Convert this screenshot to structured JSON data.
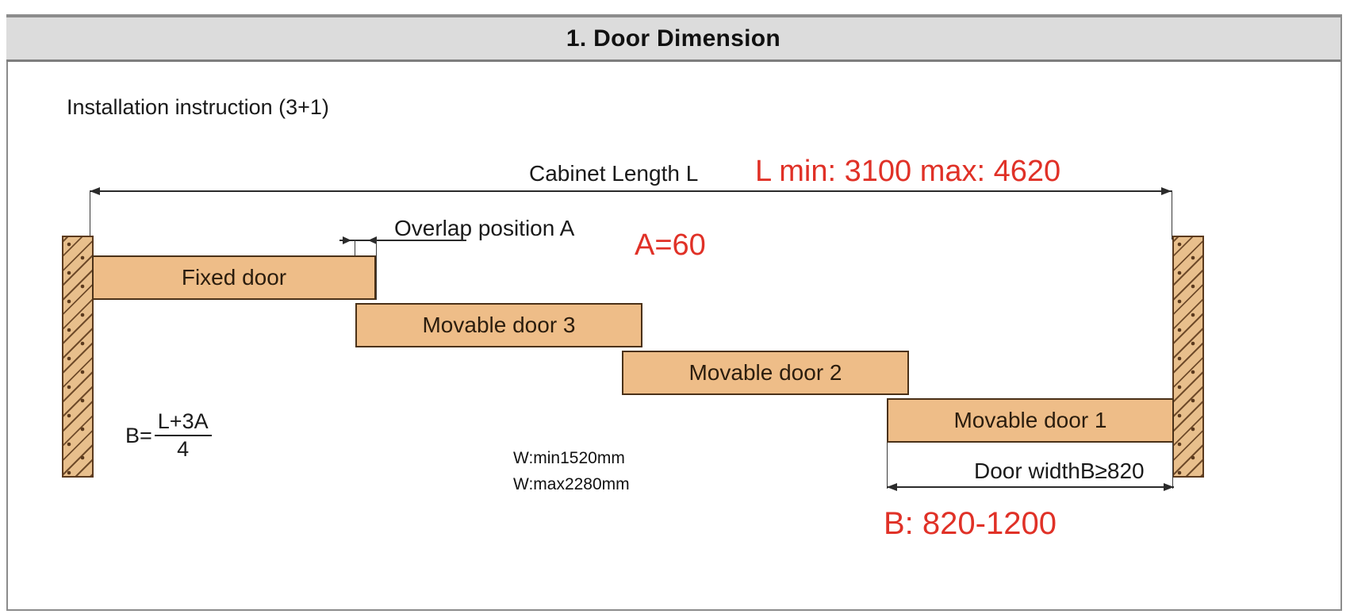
{
  "header": {
    "title": "1.  Door Dimension"
  },
  "subtitle": "Installation instruction (3+1)",
  "dimensions": {
    "cabinet_length_label": "Cabinet Length L",
    "cabinet_length_value": "L min: 3100 max: 4620",
    "overlap_label": "Overlap position A",
    "overlap_value": "A=60",
    "door_width_label": "Door widthB≥820",
    "door_width_value": "B: 820-1200"
  },
  "formula": {
    "lhs": "B=",
    "numerator": "L+3A",
    "denominator": "4"
  },
  "notes": {
    "w_min": "W:min1520mm",
    "w_max": "W:max2280mm"
  },
  "doors": [
    {
      "label": "Fixed door"
    },
    {
      "label": "Movable door 3"
    },
    {
      "label": "Movable door 2"
    },
    {
      "label": "Movable door 1"
    }
  ],
  "colors": {
    "door_fill": "#eebd88",
    "door_stroke": "#4a3118",
    "wall_fill": "#e8bf8c",
    "wall_stroke": "#5b3a1e",
    "accent_red": "#e03127",
    "title_bar": "#dcdcdc",
    "line": "#2b2b2b"
  }
}
